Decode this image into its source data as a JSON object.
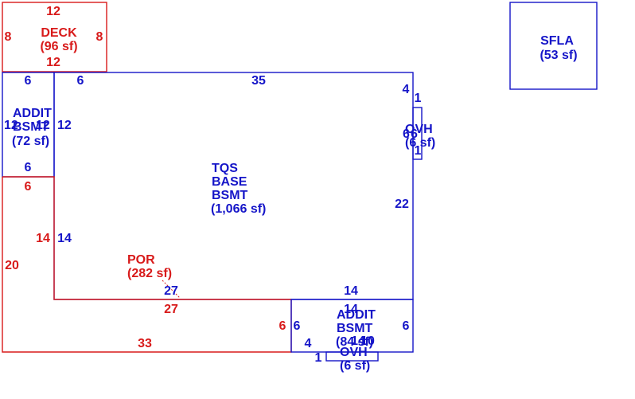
{
  "colors": {
    "blue": "#1515c8",
    "red": "#d81a1a"
  },
  "areas": {
    "deck": {
      "name": "DECK",
      "size": "(96 sf)"
    },
    "sfla": {
      "name": "SFLA",
      "size": "(53 sf)"
    },
    "addit_bsmt_left": {
      "line1": "ADDIT",
      "line2": "BSMT",
      "size": "(72 sf)"
    },
    "tqs_base_bsmt": {
      "line1": "TQS",
      "line2": "BASE",
      "line3": "BSMT",
      "size": "(1,066 sf)"
    },
    "ovh_right": {
      "name": "OVH",
      "size": "(6 sf)"
    },
    "por": {
      "name": "POR",
      "size": "(282 sf)"
    },
    "addit_bsmt_bottom": {
      "line1": "ADDIT",
      "line2": "BSMT",
      "size": "(84 sf)"
    },
    "ovh_bottom": {
      "name": "OVH",
      "size": "(6 sf)"
    }
  },
  "dimensions": {
    "deck_top": "12",
    "deck_bottom": "12",
    "deck_left": "8",
    "deck_right": "8",
    "addit_left_top": "6",
    "addit_left_bottom": "6",
    "addit_left_side_a": "12",
    "addit_left_side_b": "12",
    "tqs_top_left": "6",
    "tqs_top": "35",
    "tqs_right_top": "4",
    "tqs_left": "12",
    "ovh_right_top": "1",
    "ovh_right_side_a": "6",
    "ovh_right_side_b": "6",
    "ovh_right_bottom": "1",
    "tqs_right": "22",
    "tqs_left_lower": "14",
    "tqs_bottom_left": "27",
    "tqs_bottom_right": "14",
    "por_top": "6",
    "por_left": "20",
    "por_inner_left": "14",
    "por_inner_bottom": "27",
    "por_bottom": "33",
    "por_right": "6",
    "addit_bottom_left": "6",
    "addit_bottom_top": "14",
    "addit_bottom_right": "6",
    "addit_bottom_bottom": "14",
    "ovh_bottom_left": "4",
    "ovh_bottom_top": "10",
    "ovh_bottom_side": "1"
  }
}
